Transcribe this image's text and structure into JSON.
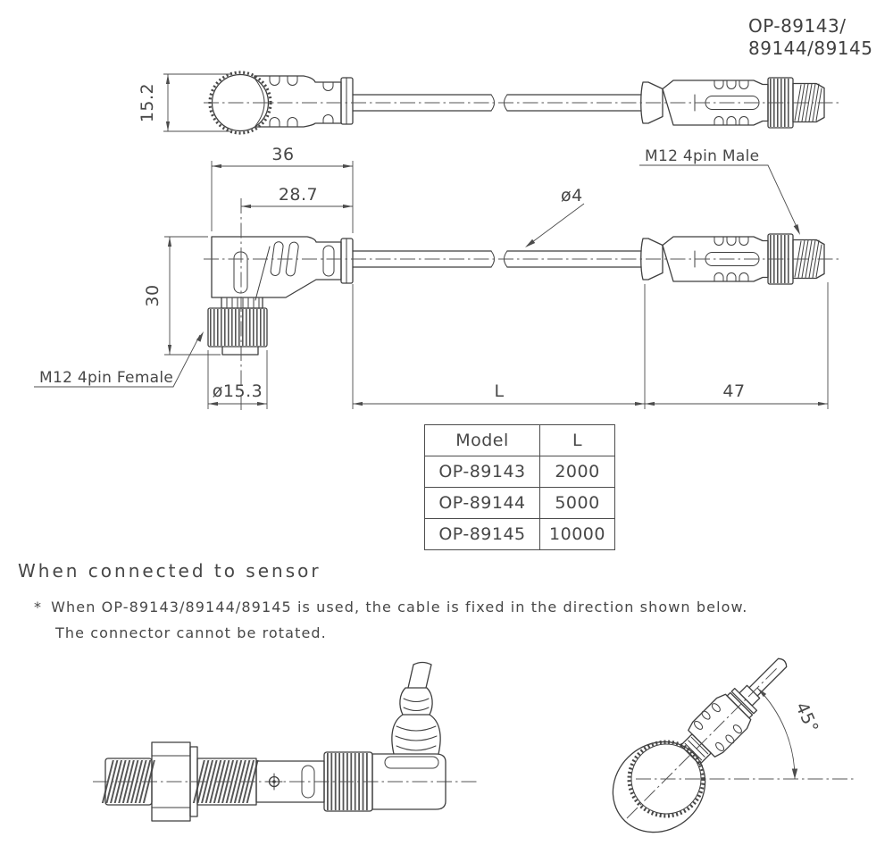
{
  "title": {
    "line1": "OP-89143/",
    "line2": "89144/89145"
  },
  "labels": {
    "male_connector": "M12 4pin Male",
    "female_connector": "M12 4pin Female"
  },
  "dimensions": {
    "connector_height": "15.2",
    "body_length": "36",
    "cable_axis_length": "28.7",
    "body_height": "30",
    "coupling_diameter": "ø15.3",
    "cable_diameter": "ø4",
    "cable_length": "L",
    "male_connector_length": "47",
    "fixed_angle": "45°"
  },
  "table": {
    "headers": {
      "model": "Model",
      "length": "L"
    },
    "rows": [
      {
        "model": "OP-89143",
        "length": "2000"
      },
      {
        "model": "OP-89144",
        "length": "5000"
      },
      {
        "model": "OP-89145",
        "length": "10000"
      }
    ]
  },
  "section": {
    "heading": "When connected to sensor",
    "note_marker": "*",
    "note_line1": "When OP-89143/89144/89145 is used, the cable is fixed in the direction shown below.",
    "note_line2": "The connector cannot be rotated."
  }
}
